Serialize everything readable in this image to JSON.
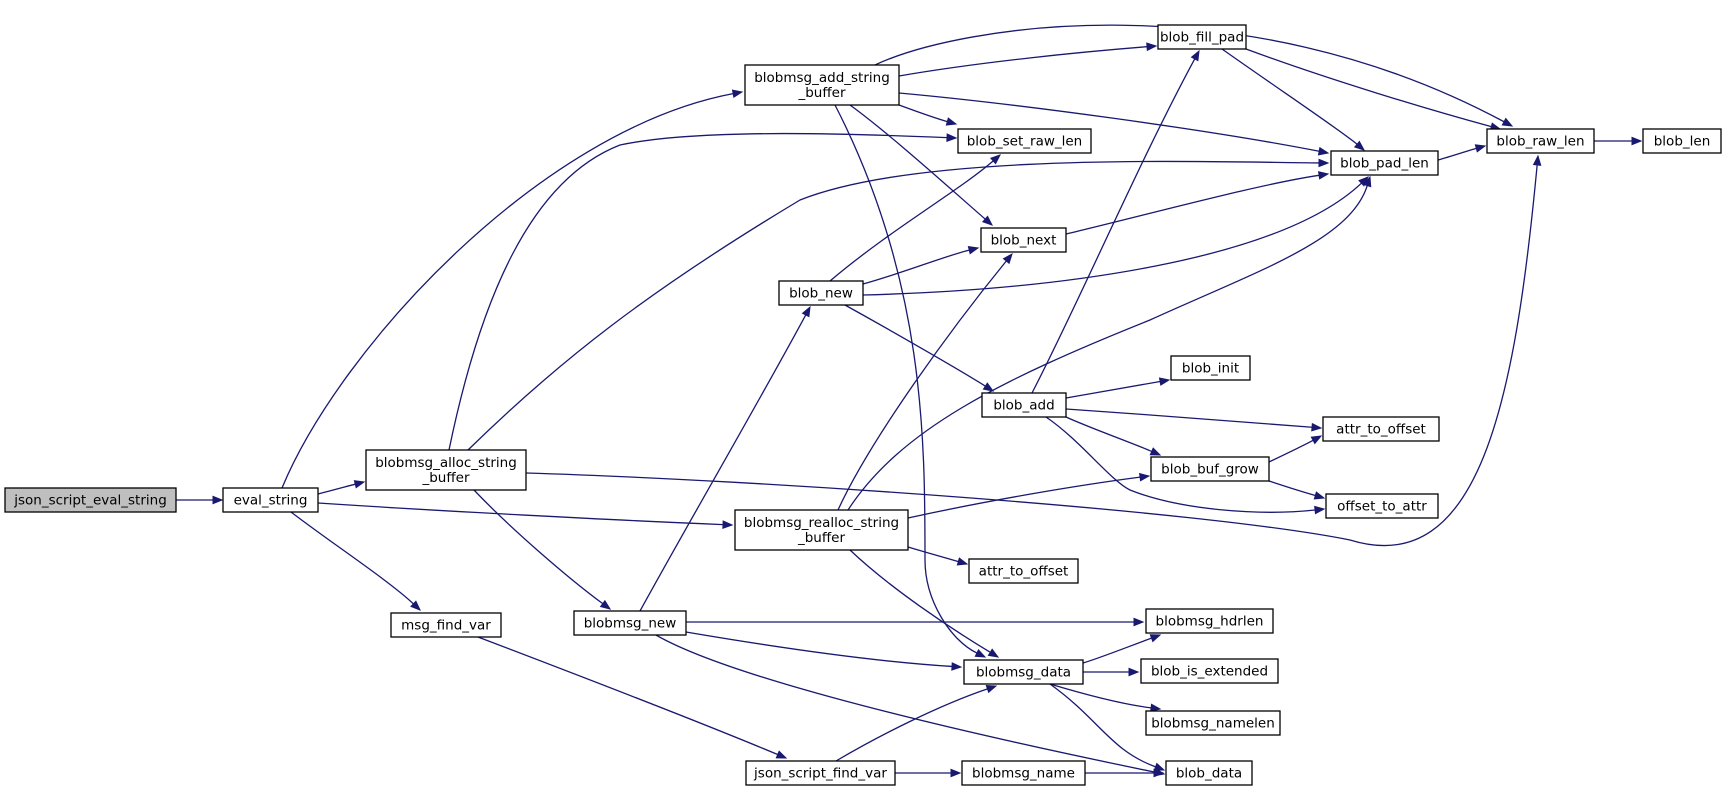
{
  "nodes": [
    {
      "id": "json_script_eval_string",
      "lines": [
        "json_script_eval_string"
      ],
      "root": true
    },
    {
      "id": "eval_string",
      "lines": [
        "eval_string"
      ]
    },
    {
      "id": "blobmsg_add_string_buffer",
      "lines": [
        "blobmsg_add_string",
        "_buffer"
      ]
    },
    {
      "id": "blobmsg_alloc_string_buffer",
      "lines": [
        "blobmsg_alloc_string",
        "_buffer"
      ]
    },
    {
      "id": "blobmsg_realloc_string_buffer",
      "lines": [
        "blobmsg_realloc_string",
        "_buffer"
      ]
    },
    {
      "id": "msg_find_var",
      "lines": [
        "msg_find_var"
      ]
    },
    {
      "id": "blobmsg_new",
      "lines": [
        "blobmsg_new"
      ]
    },
    {
      "id": "json_script_find_var",
      "lines": [
        "json_script_find_var"
      ]
    },
    {
      "id": "blob_new",
      "lines": [
        "blob_new"
      ]
    },
    {
      "id": "blob_set_raw_len",
      "lines": [
        "blob_set_raw_len"
      ]
    },
    {
      "id": "blob_next",
      "lines": [
        "blob_next"
      ]
    },
    {
      "id": "blob_add",
      "lines": [
        "blob_add"
      ]
    },
    {
      "id": "attr_to_offset_2",
      "lines": [
        "attr_to_offset"
      ]
    },
    {
      "id": "blobmsg_data",
      "lines": [
        "blobmsg_data"
      ]
    },
    {
      "id": "blobmsg_name",
      "lines": [
        "blobmsg_name"
      ]
    },
    {
      "id": "blob_fill_pad",
      "lines": [
        "blob_fill_pad"
      ]
    },
    {
      "id": "blob_init",
      "lines": [
        "blob_init"
      ]
    },
    {
      "id": "blob_buf_grow",
      "lines": [
        "blob_buf_grow"
      ]
    },
    {
      "id": "blobmsg_hdrlen",
      "lines": [
        "blobmsg_hdrlen"
      ]
    },
    {
      "id": "blob_is_extended",
      "lines": [
        "blob_is_extended"
      ]
    },
    {
      "id": "blobmsg_namelen",
      "lines": [
        "blobmsg_namelen"
      ]
    },
    {
      "id": "blob_data",
      "lines": [
        "blob_data"
      ]
    },
    {
      "id": "blob_pad_len",
      "lines": [
        "blob_pad_len"
      ]
    },
    {
      "id": "attr_to_offset",
      "lines": [
        "attr_to_offset"
      ]
    },
    {
      "id": "offset_to_attr",
      "lines": [
        "offset_to_attr"
      ]
    },
    {
      "id": "blob_raw_len",
      "lines": [
        "blob_raw_len"
      ]
    },
    {
      "id": "blob_len",
      "lines": [
        "blob_len"
      ]
    }
  ],
  "edges": [
    {
      "from": "json_script_eval_string",
      "to": "eval_string"
    },
    {
      "from": "eval_string",
      "to": "blobmsg_add_string_buffer"
    },
    {
      "from": "eval_string",
      "to": "blobmsg_alloc_string_buffer"
    },
    {
      "from": "eval_string",
      "to": "blobmsg_realloc_string_buffer"
    },
    {
      "from": "eval_string",
      "to": "msg_find_var"
    },
    {
      "from": "blobmsg_add_string_buffer",
      "to": "blob_fill_pad"
    },
    {
      "from": "blobmsg_add_string_buffer",
      "to": "blob_raw_len"
    },
    {
      "from": "blobmsg_add_string_buffer",
      "to": "blob_set_raw_len"
    },
    {
      "from": "blobmsg_add_string_buffer",
      "to": "blob_pad_len"
    },
    {
      "from": "blobmsg_add_string_buffer",
      "to": "blob_next"
    },
    {
      "from": "blobmsg_add_string_buffer",
      "to": "blobmsg_data"
    },
    {
      "from": "blobmsg_alloc_string_buffer",
      "to": "blob_set_raw_len"
    },
    {
      "from": "blobmsg_alloc_string_buffer",
      "to": "blob_pad_len"
    },
    {
      "from": "blobmsg_alloc_string_buffer",
      "to": "blob_raw_len"
    },
    {
      "from": "blobmsg_alloc_string_buffer",
      "to": "blobmsg_new"
    },
    {
      "from": "blobmsg_realloc_string_buffer",
      "to": "blob_next"
    },
    {
      "from": "blobmsg_realloc_string_buffer",
      "to": "blob_pad_len"
    },
    {
      "from": "blobmsg_realloc_string_buffer",
      "to": "blob_buf_grow"
    },
    {
      "from": "blobmsg_realloc_string_buffer",
      "to": "attr_to_offset_2"
    },
    {
      "from": "blobmsg_realloc_string_buffer",
      "to": "blobmsg_data"
    },
    {
      "from": "msg_find_var",
      "to": "json_script_find_var"
    },
    {
      "from": "blobmsg_new",
      "to": "blob_new"
    },
    {
      "from": "blobmsg_new",
      "to": "blobmsg_hdrlen"
    },
    {
      "from": "blobmsg_new",
      "to": "blobmsg_data"
    },
    {
      "from": "blobmsg_new",
      "to": "blob_data"
    },
    {
      "from": "json_script_find_var",
      "to": "blobmsg_data"
    },
    {
      "from": "json_script_find_var",
      "to": "blobmsg_name"
    },
    {
      "from": "blob_new",
      "to": "blob_set_raw_len"
    },
    {
      "from": "blob_new",
      "to": "blob_next"
    },
    {
      "from": "blob_new",
      "to": "blob_pad_len"
    },
    {
      "from": "blob_new",
      "to": "blob_add"
    },
    {
      "from": "blob_next",
      "to": "blob_pad_len"
    },
    {
      "from": "blob_add",
      "to": "blob_fill_pad"
    },
    {
      "from": "blob_add",
      "to": "blob_init"
    },
    {
      "from": "blob_add",
      "to": "attr_to_offset"
    },
    {
      "from": "blob_add",
      "to": "blob_buf_grow"
    },
    {
      "from": "blob_add",
      "to": "offset_to_attr"
    },
    {
      "from": "blobmsg_data",
      "to": "blobmsg_hdrlen"
    },
    {
      "from": "blobmsg_data",
      "to": "blob_is_extended"
    },
    {
      "from": "blobmsg_data",
      "to": "blobmsg_namelen"
    },
    {
      "from": "blobmsg_data",
      "to": "blob_data"
    },
    {
      "from": "blobmsg_name",
      "to": "blob_data"
    },
    {
      "from": "blob_fill_pad",
      "to": "blob_pad_len"
    },
    {
      "from": "blob_fill_pad",
      "to": "blob_raw_len"
    },
    {
      "from": "blob_buf_grow",
      "to": "attr_to_offset"
    },
    {
      "from": "blob_buf_grow",
      "to": "offset_to_attr"
    },
    {
      "from": "blob_pad_len",
      "to": "blob_raw_len"
    },
    {
      "from": "blob_raw_len",
      "to": "blob_len"
    }
  ]
}
